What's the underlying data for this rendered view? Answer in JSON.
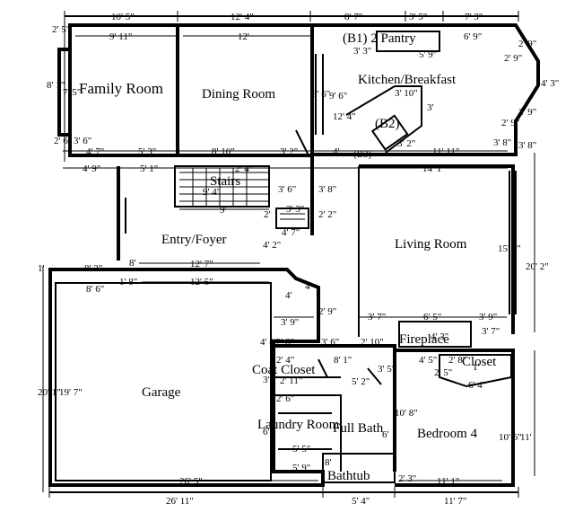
{
  "rooms": {
    "family_room": "Family Room",
    "dining_room": "Dining Room",
    "kitchen": "Kitchen/Breakfast",
    "pantry": "(B1) 2 Pantry",
    "b2": "(B2)",
    "b3": "(B3)",
    "stairs": "Stairs",
    "entry": "Entry/Foyer",
    "living_room": "Living Room",
    "garage": "Garage",
    "fireplace": "Fireplace",
    "coat_closet": "Coat Closet",
    "laundry_room": "Laundry Room",
    "full_bath": "Full Bath",
    "closet": "Closet",
    "bedroom4": "Bedroom 4",
    "bathtub": "Bathtub"
  },
  "dims": {
    "top_1": "10' 5\"",
    "top_2": "12' 4\"",
    "top_3": "8' 7\"",
    "top_4": "3' 5\"",
    "top_5": "7' 3\"",
    "fam_w": "9' 11\"",
    "din_w": "12'",
    "kit_w": "6' 9\"",
    "pantry_a": "3' 3\"",
    "pantry_b": "5' 9\"",
    "left_2_5": "2' 5\"",
    "left_8_1": "8' 1\"",
    "left_7_5": "7' 5\"",
    "left_2_6": "2' 6\"",
    "left_3_6": "3' 6\"",
    "kit_h1": "9' 6\"",
    "kit_h2": "8' 6\"",
    "kit_h3": "12' 4\"",
    "bay_1": "2' 9\"",
    "bay_2": "2' 9\"",
    "bay_3": "4' 3\"",
    "bay_4": "2' 9\"",
    "bay_5": "2' 9\"",
    "bay_6": "3' 8\"",
    "bay_7": "3' 8\"",
    "b2_1": "3' 10\"",
    "b2_2": "3'",
    "b2_3": "3' 2\"",
    "row_4_7": "4' 7\"",
    "row_5_3": "5' 3\"",
    "row_8_10": "8' 10\"",
    "row_3_2": "3' 2\"",
    "row_4": "4'",
    "row_11_11": "11' 11\"",
    "row_4_9": "4' 9\"",
    "row_5_1": "5' 1\"",
    "row_2_4": "2' 4\"",
    "row_14_1": "14' 1\"",
    "stair_9_4": "9' 4\"",
    "stair_3_6": "3' 6\"",
    "stair_9": "9'",
    "stair_3_8": "3' 8\"",
    "stair_2_2": "2' 2\"",
    "stair_2": "2'",
    "stair_3_3": "3' 3\"",
    "stair_4_7": "4' 7\"",
    "lr_15_2": "15' 2\"",
    "lr_20_2": "20' 2\"",
    "g_8_2": "8' 2\"",
    "g_1": "1'",
    "g_8": "8'",
    "g_12_7": "12' 7\"",
    "g_4_2": "4' 2\"",
    "g_1_8": "1' 8\"",
    "g_8_6": "8' 6\"",
    "g_12_5": "12' 5\"",
    "g_4": "4'",
    "g_4b": "4'",
    "g_2_9": "2' 9\"",
    "g_20_1": "20' 1\"",
    "g_19_7": "19' 7\"",
    "g_26_5": "26' 5\"",
    "m_3_9": "3' 9\"",
    "m_2_8": "2' 8\"",
    "m_4_8": "4' 8\"",
    "m_3_6": "3' 6\"",
    "m_2_10": "2' 10\"",
    "m_3_7": "3' 7\"",
    "m_6_5": "6' 5\"",
    "m_3_9b": "3' 9\"",
    "m_4_3": "4' 3\"",
    "m_3_7b": "3' 7\"",
    "m_2_4": "2' 4\"",
    "m_8_1": "8' 1\"",
    "m_3_5": "3' 5\"",
    "m_4_5": "4' 5\"",
    "m_2_8b": "2' 8\"",
    "m_1": "1'",
    "m_2_5": "2' 5\"",
    "m_6_4": "6' 4\"",
    "m_2_11": "2' 11\"",
    "m_5_2": "5' 2\"",
    "m_2_6": "2' 6\"",
    "m_3": "3'",
    "m_6": "6'",
    "m_6b": "6'",
    "m_10_8": "10' 8\"",
    "m_10_6": "10' 6\"",
    "m_11": "11'",
    "m_5_5": "5' 5\"",
    "m_5_9": "5' 9\"",
    "m_8": "8'",
    "m_11_1": "11' 1\"",
    "m_2_3": "2' 3\"",
    "bot_26_11": "26' 11\"",
    "bot_5_4": "5' 4\"",
    "bot_11_7": "11' 7\""
  }
}
